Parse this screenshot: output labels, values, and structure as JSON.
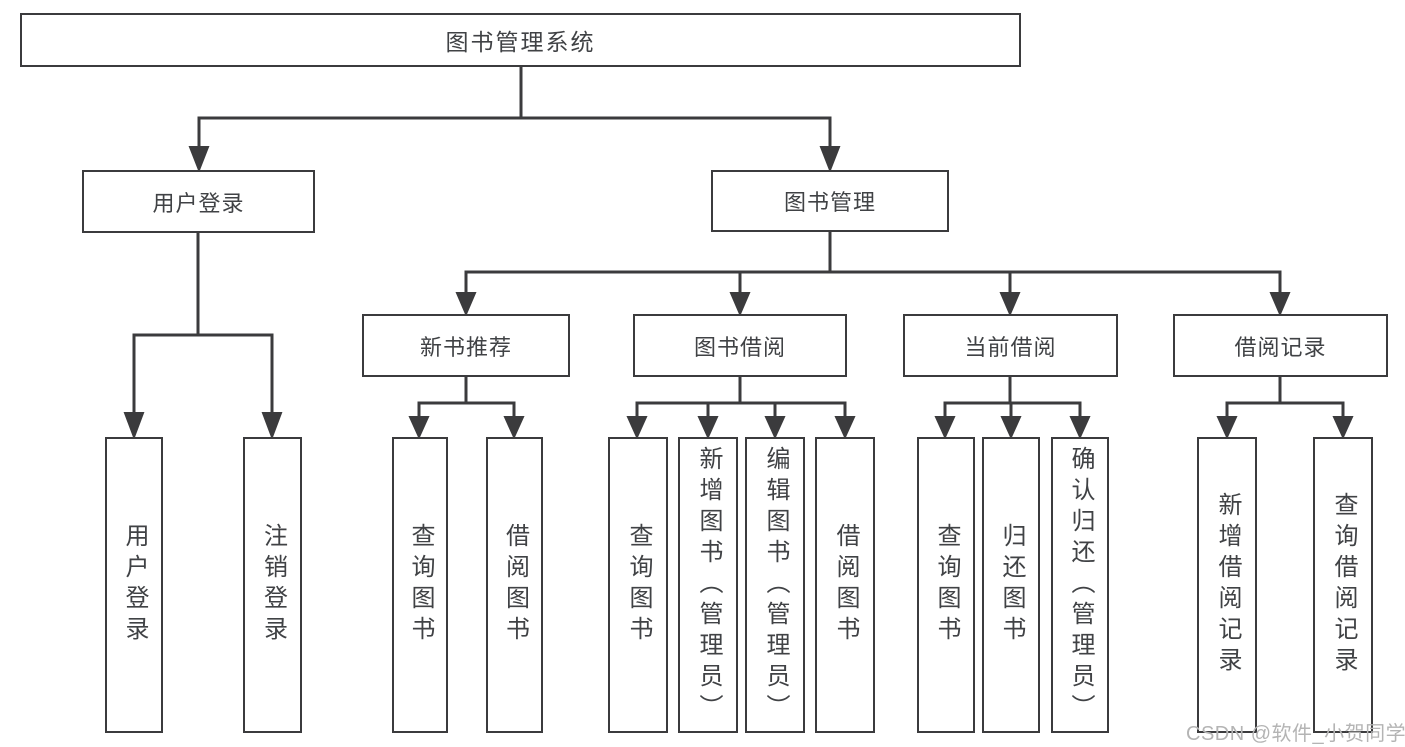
{
  "diagram": {
    "title": "图书管理系统",
    "level2": [
      {
        "label": "用户登录"
      },
      {
        "label": "图书管理"
      }
    ],
    "level3": [
      {
        "parent": "图书管理",
        "label": "新书推荐"
      },
      {
        "parent": "图书管理",
        "label": "图书借阅"
      },
      {
        "parent": "图书管理",
        "label": "当前借阅"
      },
      {
        "parent": "图书管理",
        "label": "借阅记录"
      }
    ],
    "leaves": [
      {
        "parent": "用户登录",
        "label": "用户登录"
      },
      {
        "parent": "用户登录",
        "label": "注销登录"
      },
      {
        "parent": "新书推荐",
        "label": "查询图书"
      },
      {
        "parent": "新书推荐",
        "label": "借阅图书"
      },
      {
        "parent": "图书借阅",
        "label": "查询图书"
      },
      {
        "parent": "图书借阅",
        "label": "新增图书（管理员）"
      },
      {
        "parent": "图书借阅",
        "label": "编辑图书（管理员）"
      },
      {
        "parent": "图书借阅",
        "label": "借阅图书"
      },
      {
        "parent": "当前借阅",
        "label": "查询图书"
      },
      {
        "parent": "当前借阅",
        "label": "归还图书"
      },
      {
        "parent": "当前借阅",
        "label": "确认归还（管理员）"
      },
      {
        "parent": "借阅记录",
        "label": "新增借阅记录"
      },
      {
        "parent": "借阅记录",
        "label": "查询借阅记录"
      }
    ]
  },
  "watermark": "CSDN @软件_小贺同学",
  "colors": {
    "line": "#3b3b3d",
    "text": "#404245",
    "watermark": "#b4b4b4",
    "background": "#ffffff"
  }
}
